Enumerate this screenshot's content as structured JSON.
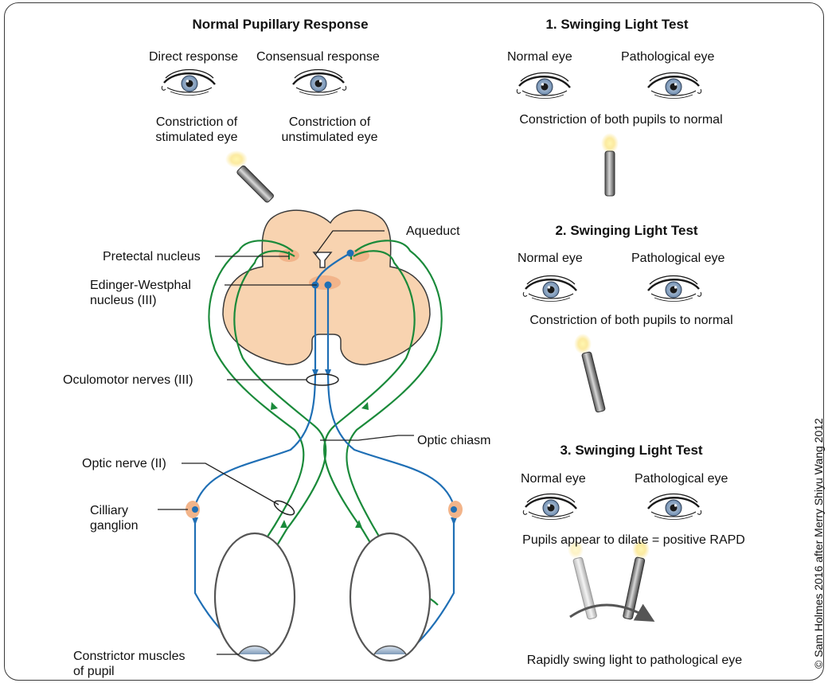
{
  "normal_response": {
    "title": "Normal Pupillary Response",
    "direct": "Direct response",
    "consensual": "Consensual response",
    "direct_result": [
      "Constriction of",
      "stimulated eye"
    ],
    "consensual_result": [
      "Constriction of",
      "unstimulated eye"
    ]
  },
  "labels": {
    "aqueduct": "Aqueduct",
    "pretectal": "Pretectal nucleus",
    "edinger": [
      "Edinger-Westphal",
      "nucleus (III)"
    ],
    "oculomotor": "Oculomotor nerves (III)",
    "optic_chiasm": "Optic chiasm",
    "optic_nerve": "Optic nerve (II)",
    "ciliary": [
      "Cilliary",
      "ganglion"
    ],
    "constrictor": [
      "Constrictor muscles",
      "of pupil"
    ]
  },
  "tests": [
    {
      "title": "1. Swinging Light Test",
      "left": "Normal eye",
      "right": "Pathological eye",
      "result": "Constriction of both pupils to normal"
    },
    {
      "title": "2. Swinging Light Test",
      "left": "Normal eye",
      "right": "Pathological eye",
      "result": "Constriction of both pupils to normal"
    },
    {
      "title": "3. Swinging Light Test",
      "left": "Normal eye",
      "right": "Pathological eye",
      "result": "Pupils appear to dilate = positive RAPD",
      "caption": "Rapidly swing light to pathological eye"
    }
  ],
  "copyright": "© Sam Holmes 2016 after Merry Shiyu Wang 2012",
  "colors": {
    "afferent": "#1a8a3a",
    "efferent": "#1f6fb5",
    "brainstem": "#f8d3b0",
    "nucleus": "#f2b48a",
    "iris": "#8aa6c4"
  }
}
